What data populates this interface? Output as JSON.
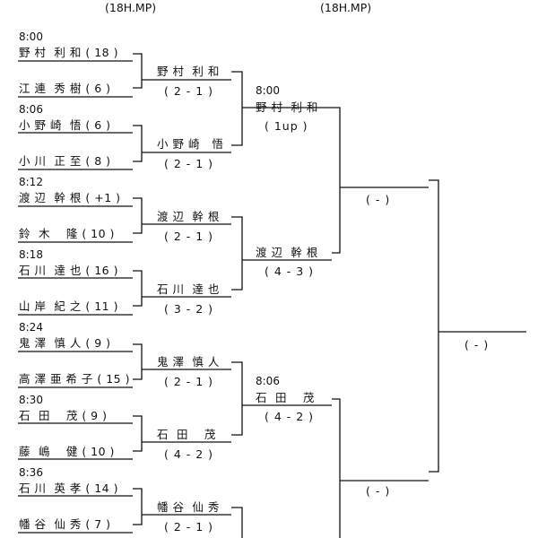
{
  "headers": [
    "(18H.MP)",
    "(18H.MP)"
  ],
  "round1": [
    {
      "time": "8:00",
      "players": [
        "野 村  利 和 ( 18 )",
        "江 連  秀 樹 ( 6 )"
      ]
    },
    {
      "time": "8:06",
      "players": [
        "小 野 崎  悟 ( 6 )",
        "小 川  正 至 ( 8 )"
      ]
    },
    {
      "time": "8:12",
      "players": [
        "渡 辺  幹 根 ( +1 )",
        "鈴  木    隆 ( 10 )"
      ]
    },
    {
      "time": "8:18",
      "players": [
        "石 川  達 也 ( 16 )",
        "山 岸  紀 之 ( 11 )"
      ]
    },
    {
      "time": "8:24",
      "players": [
        "鬼 澤  慎 人 ( 9 )",
        "高 澤 亜 希 子 ( 15 )"
      ]
    },
    {
      "time": "8:30",
      "players": [
        "石  田    茂 ( 9 )",
        "藤  嶋    健 ( 10 )"
      ]
    },
    {
      "time": "8:36",
      "players": [
        "石 川  英 孝 ( 14 )",
        "幡 谷  仙 秀 ( 7 )"
      ]
    }
  ],
  "round2": [
    {
      "winner": "野 村  利 和",
      "score": "( 2 - 1 )"
    },
    {
      "winner": "小 野 崎   悟",
      "score": "( 2 - 1 )"
    },
    {
      "winner": "渡 辺  幹 根",
      "score": "( 2 - 1 )"
    },
    {
      "winner": "石 川  達 也",
      "score": "( 3 - 2 )"
    },
    {
      "winner": "鬼 澤  慎 人",
      "score": "( 2 - 1 )"
    },
    {
      "winner": "石  田    茂",
      "score": "( 4 - 2 )"
    },
    {
      "winner": "幡 谷  仙 秀",
      "score": "( 2 - 1 )"
    }
  ],
  "round3": [
    {
      "time": "8:00",
      "winner": "野 村  利 和",
      "score": "( 1up )"
    },
    {
      "time": "",
      "winner": "渡 辺  幹 根",
      "score": "( 4 - 3 )"
    },
    {
      "time": "8:06",
      "winner": "石  田    茂",
      "score": "( 4 - 2 )"
    }
  ],
  "round4": [
    {
      "score": "( - )"
    },
    {
      "score": "( - )"
    }
  ],
  "round5": [
    {
      "score": "( - )"
    }
  ]
}
